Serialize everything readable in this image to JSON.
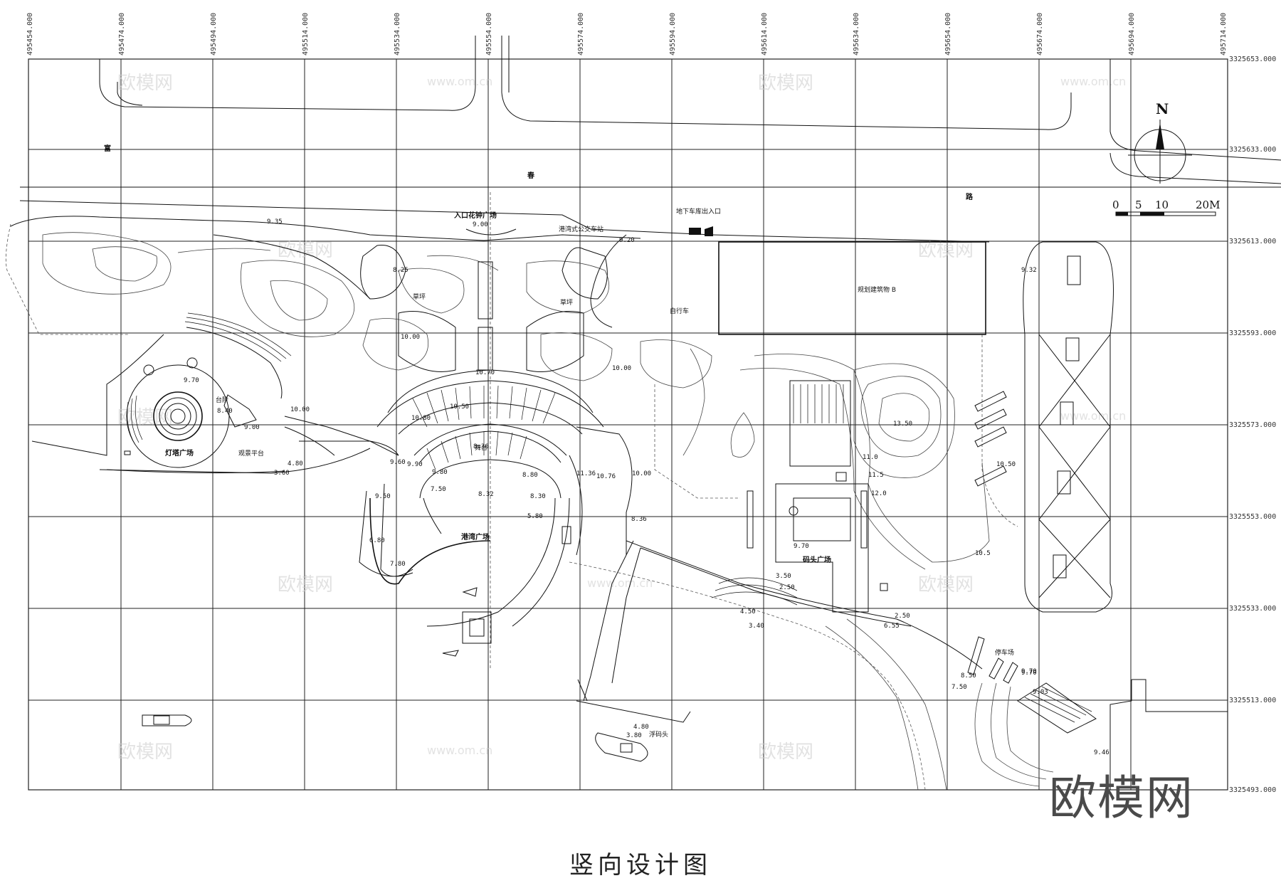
{
  "title": "竖向设计图",
  "brand": "欧模网",
  "watermark": {
    "text": "欧模网",
    "url": "www.om.cn"
  },
  "x_coords": [
    "495454.000",
    "495474.000",
    "495494.000",
    "495514.000",
    "495534.000",
    "495554.000",
    "495574.000",
    "495594.000",
    "495614.000",
    "495634.000",
    "495654.000",
    "495674.000",
    "495694.000",
    "495714.000"
  ],
  "y_coords": [
    "3325653.000",
    "3325633.000",
    "3325613.000",
    "3325593.000",
    "3325573.000",
    "3325553.000",
    "3325533.000",
    "3325513.000",
    "3325493.000"
  ],
  "north": {
    "label": "N"
  },
  "scale_bar": {
    "ticks": [
      "0",
      "5",
      "10",
      "20M"
    ]
  },
  "road_labels": [
    "富",
    "春",
    "路"
  ],
  "place_labels": {
    "entrance_plaza": "入口花钟广场",
    "lighthouse_plaza": "灯塔广场",
    "harbor_plaza": "港湾广场",
    "dock_plaza": "码头广场",
    "underground_entrance": "地下车库出入口",
    "bus_stop": "港湾式公交车站",
    "building": "规划建筑物 B",
    "wharf": "浮码头",
    "bike_parking": "自行车",
    "parking": "停车场",
    "stage": "舞台",
    "steps": "台阶",
    "lawn": "草坪",
    "viewing_platform": "观景平台"
  },
  "elevations": [
    "9.35",
    "9.00",
    "9.20",
    "9.32",
    "8.25",
    "10.00",
    "10.50",
    "10.80",
    "10.70",
    "10.00",
    "9.70",
    "8.40",
    "9.00",
    "10.00",
    "4.80",
    "3.60",
    "9.60",
    "9.90",
    "9.50",
    "9.80",
    "8.36",
    "8.32",
    "8.80",
    "8.30",
    "7.80",
    "7.50",
    "6.80",
    "5.80",
    "11.36",
    "10.76",
    "10.00",
    "8.36",
    "9.70",
    "10.50",
    "13.50",
    "9.70",
    "3.50",
    "2.50",
    "4.50",
    "3.40",
    "2.50",
    "6.55",
    "8.50",
    "9.70",
    "9.03",
    "7.50",
    "9.46",
    "4.80",
    "3.80",
    "12.0",
    "11.5",
    "11.0",
    "10.5"
  ]
}
